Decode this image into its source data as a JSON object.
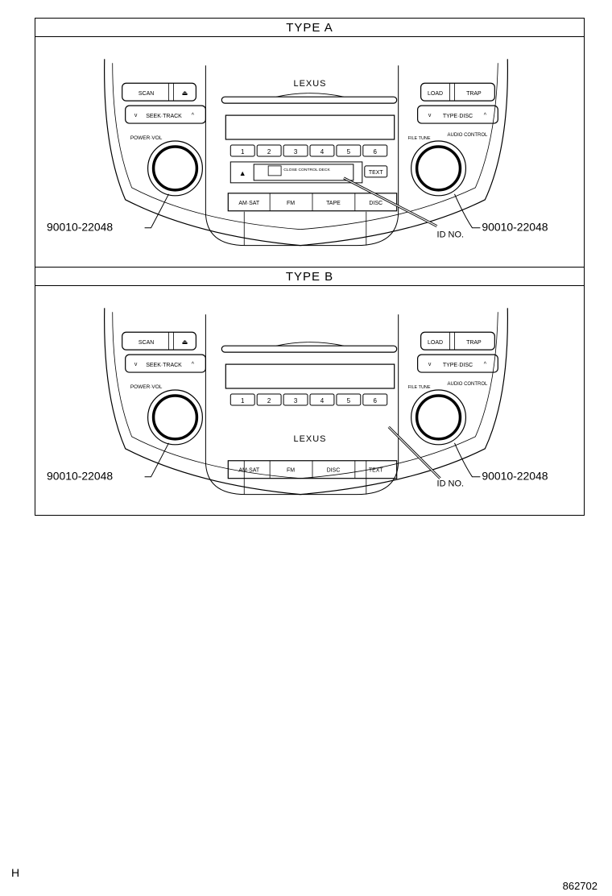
{
  "type_a": {
    "header": "TYPE A",
    "brand": "LEXUS",
    "buttons": {
      "scan": "SCAN",
      "seek_track": "SEEK·TRACK",
      "power_vol": "POWER·VOL",
      "load": "LOAD",
      "trap": "TRAP",
      "type_disc": "TYPE·DISC",
      "file_tune": "FILE TUNE",
      "audio_control": "AUDIO CONTROL",
      "presets": [
        "1",
        "2",
        "3",
        "4",
        "5",
        "6"
      ],
      "eject": "▲",
      "text": "TEXT",
      "am_sat": "AM·SAT",
      "fm": "FM",
      "tape": "TAPE",
      "disc": "DISC"
    },
    "cassette_label": "CLOSE CONTROL DECK",
    "part_left": "90010-22048",
    "part_right": "90010-22048",
    "id_label": "ID NO."
  },
  "type_b": {
    "header": "TYPE B",
    "brand": "LEXUS",
    "buttons": {
      "scan": "SCAN",
      "seek_track": "SEEK·TRACK",
      "power_vol": "POWER·VOL",
      "load": "LOAD",
      "trap": "TRAP",
      "type_disc": "TYPE·DISC",
      "file_tune": "FILE TUNE",
      "audio_control": "AUDIO CONTROL",
      "presets": [
        "1",
        "2",
        "3",
        "4",
        "5",
        "6"
      ],
      "am_sat": "AM·SAT",
      "fm": "FM",
      "disc": "DISC",
      "text": "TEXT"
    },
    "part_left": "90010-22048",
    "part_right": "90010-22048",
    "id_label": "ID NO."
  },
  "corner_left": "H",
  "diagram_number": "862702"
}
